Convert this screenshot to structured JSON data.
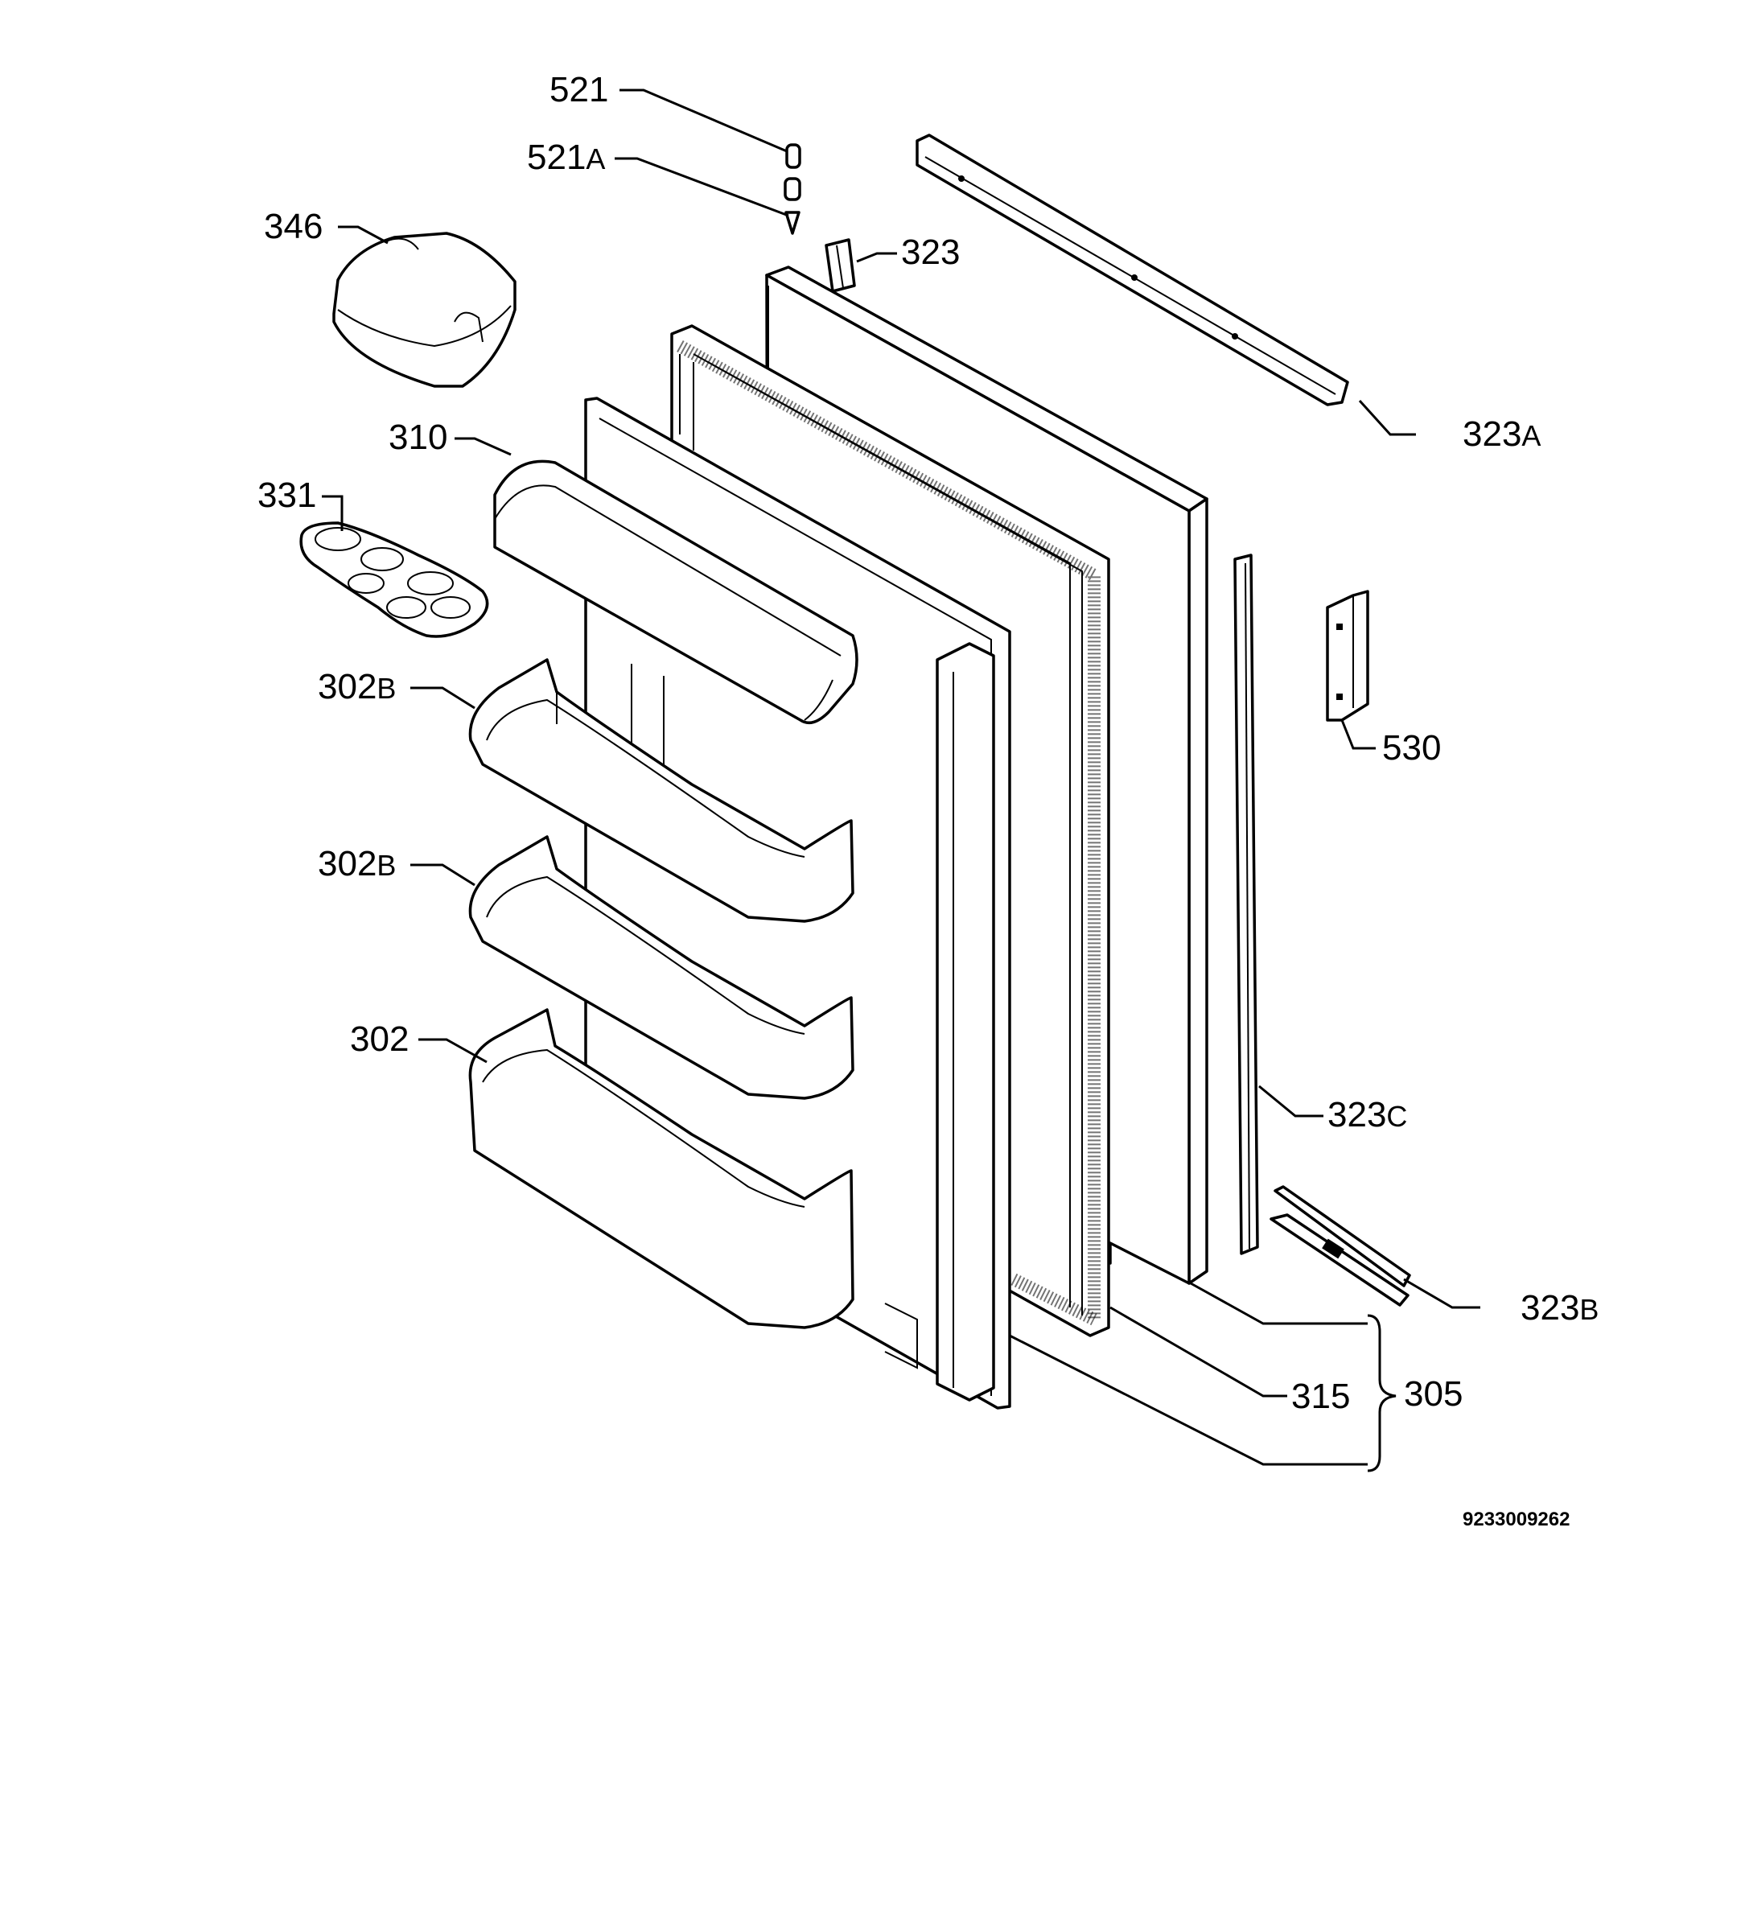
{
  "labels": {
    "p521": {
      "main": "521",
      "suffix": ""
    },
    "p521a": {
      "main": "521",
      "suffix": "A"
    },
    "p346": {
      "main": "346",
      "suffix": ""
    },
    "p323": {
      "main": "323",
      "suffix": ""
    },
    "p323a": {
      "main": "323",
      "suffix": "A"
    },
    "p310": {
      "main": "310",
      "suffix": ""
    },
    "p331": {
      "main": "331",
      "suffix": ""
    },
    "p302b1": {
      "main": "302",
      "suffix": "B"
    },
    "p302b2": {
      "main": "302",
      "suffix": "B"
    },
    "p302": {
      "main": "302",
      "suffix": ""
    },
    "p530": {
      "main": "530",
      "suffix": ""
    },
    "p323c": {
      "main": "323",
      "suffix": "C"
    },
    "p323b": {
      "main": "323",
      "suffix": "B"
    },
    "p315": {
      "main": "315",
      "suffix": ""
    },
    "p305": {
      "main": "305",
      "suffix": ""
    }
  },
  "drawing_code": "9233009262"
}
